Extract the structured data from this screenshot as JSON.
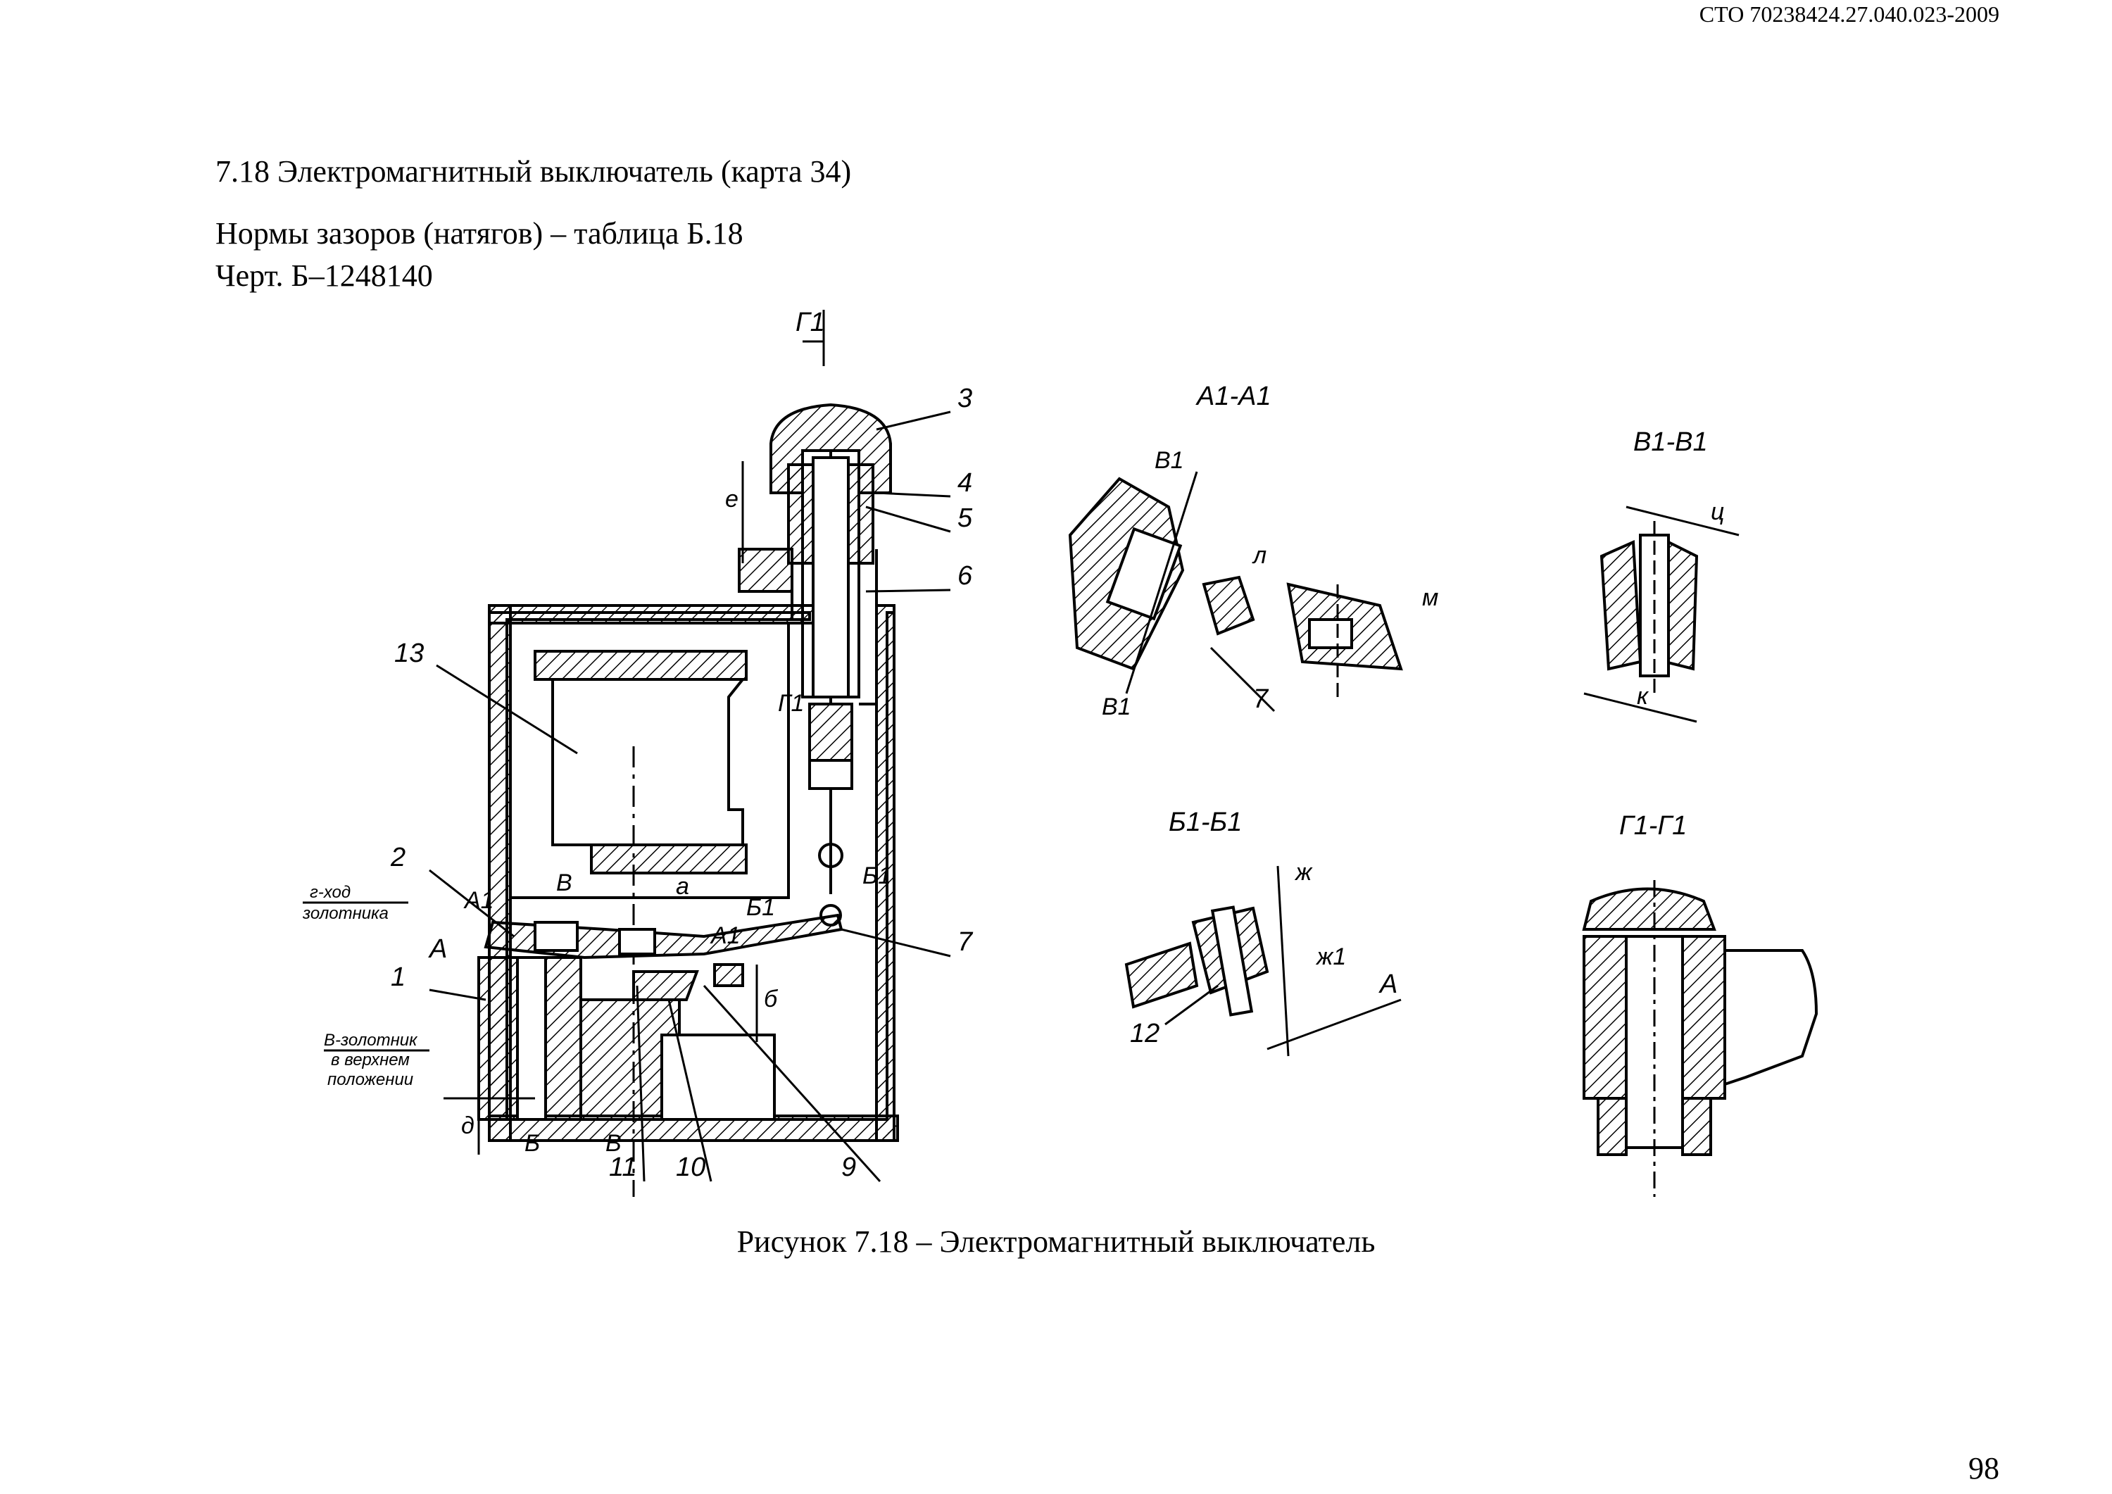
{
  "header": {
    "doc_code": "СТО 70238424.27.040.023-2009"
  },
  "section": {
    "title": "7.18 Электромагнитный выключатель (карта 34)",
    "norms": "Нормы зазоров (натягов) – таблица Б.18",
    "drawing": "Черт. Б–1248140"
  },
  "figure": {
    "caption": "Рисунок 7.18 – Электромагнитный выключатель",
    "section_views": {
      "a1": "А1-А1",
      "v1": "В1-В1",
      "b1": "Б1-Б1",
      "g1": "Г1-Г1"
    },
    "part_numbers": [
      "1",
      "2",
      "3",
      "4",
      "5",
      "6",
      "7",
      "9",
      "10",
      "11",
      "12",
      "13"
    ],
    "notes": {
      "g_hod_1": "г-ход",
      "g_hod_2": "золотника",
      "v_zol_1": "В-золотник",
      "v_zol_2": "в верхнем",
      "v_zol_3": "положении"
    },
    "cut_marks": {
      "g1_top": "Г1",
      "g1_mid": "Г1",
      "a1_left": "А1",
      "a1_right": "А1",
      "a": "А",
      "a_b1": "А",
      "b": "Б",
      "b1": "Б1",
      "b1_right": "Б1",
      "v": "В",
      "v_bottom": "В",
      "v1_top": "В1",
      "v1_bottom": "В1"
    },
    "dimensions": {
      "e": "е",
      "a": "а",
      "b": "б",
      "d": "д",
      "l": "л",
      "m": "м",
      "ts": "ц",
      "k": "к",
      "zh": "ж",
      "zh1": "ж1"
    }
  },
  "footer": {
    "page_number": "98"
  }
}
